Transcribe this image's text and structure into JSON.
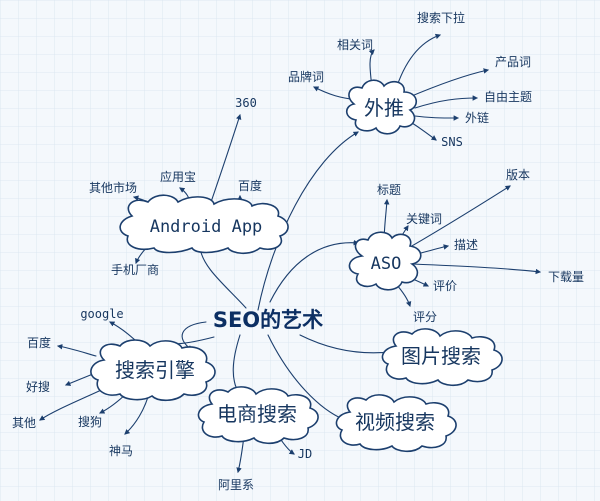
{
  "center": "SEO的艺术",
  "branches": {
    "waitui": {
      "label": "外推",
      "items": [
        "搜索下拉",
        "相关词",
        "产品词",
        "品牌词",
        "自由主题",
        "外链",
        "SNS"
      ]
    },
    "aso": {
      "label": "ASO",
      "items": [
        "版本",
        "标题",
        "关键词",
        "描述",
        "下载量",
        "评价",
        "评分"
      ]
    },
    "android": {
      "label": "Android App",
      "items": [
        "360",
        "应用宝",
        "其他市场",
        "百度",
        "手机厂商"
      ]
    },
    "engines": {
      "label": "搜索引擎",
      "items": [
        "google",
        "百度",
        "好搜",
        "其他",
        "搜狗",
        "神马"
      ]
    },
    "ecommerce": {
      "label": "电商搜索",
      "items": [
        "JD",
        "阿里系"
      ]
    },
    "image": {
      "label": "图片搜索"
    },
    "video": {
      "label": "视频搜索"
    }
  }
}
